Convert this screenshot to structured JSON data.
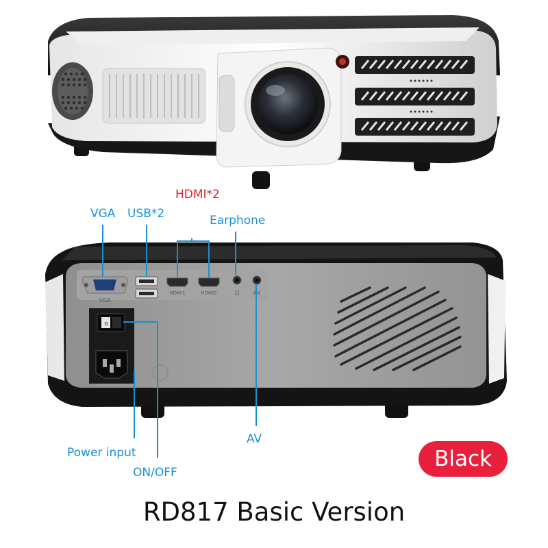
{
  "labels": {
    "vga": "VGA",
    "usb": "USB*2",
    "hdmi": "HDMI*2",
    "earphone": "Earphone",
    "av": "AV",
    "power_input": "Power input",
    "on_off": "ON/OFF"
  },
  "port_markings": {
    "vga": "VGA",
    "hdmi1": "HDMI1",
    "hdmi2": "HDMI2",
    "earphone": "Ω",
    "av": "AV"
  },
  "color_badge": "Black",
  "caption": "RD817 Basic Version",
  "colors": {
    "callout_blue": "#1a8fd6",
    "callout_red": "#e0212b",
    "badge_red": "#e8203d",
    "body_white": "#f2f2f2",
    "body_black": "#1a1a1a",
    "panel_gray": "#9d9d9d"
  }
}
